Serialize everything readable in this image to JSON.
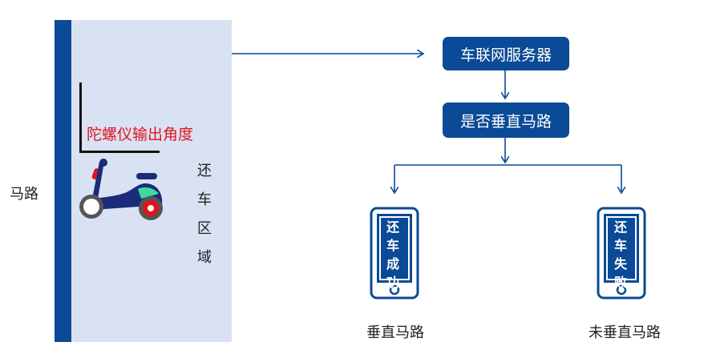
{
  "road": {
    "label": "马路"
  },
  "return_zone": {
    "label_chars": [
      "还",
      "车",
      "区",
      "域"
    ],
    "gyro_label": "陀螺仪输出角度"
  },
  "flow": {
    "server": "车联网服务器",
    "check": "是否垂直马路"
  },
  "outcomes": [
    {
      "phone_text": [
        "还",
        "车",
        "成",
        "功"
      ],
      "caption": "垂直马路"
    },
    {
      "phone_text": [
        "还",
        "车",
        "失",
        "败"
      ],
      "caption": "未垂直马路"
    }
  ],
  "colors": {
    "primary_blue": "#0a4a96",
    "zone_fill": "#d9e2f3",
    "gyro_text": "#e0141e",
    "scooter_body": "#1b2c7a",
    "scooter_accent_green": "#3ddc9a",
    "scooter_accent_red": "#e0141e"
  }
}
